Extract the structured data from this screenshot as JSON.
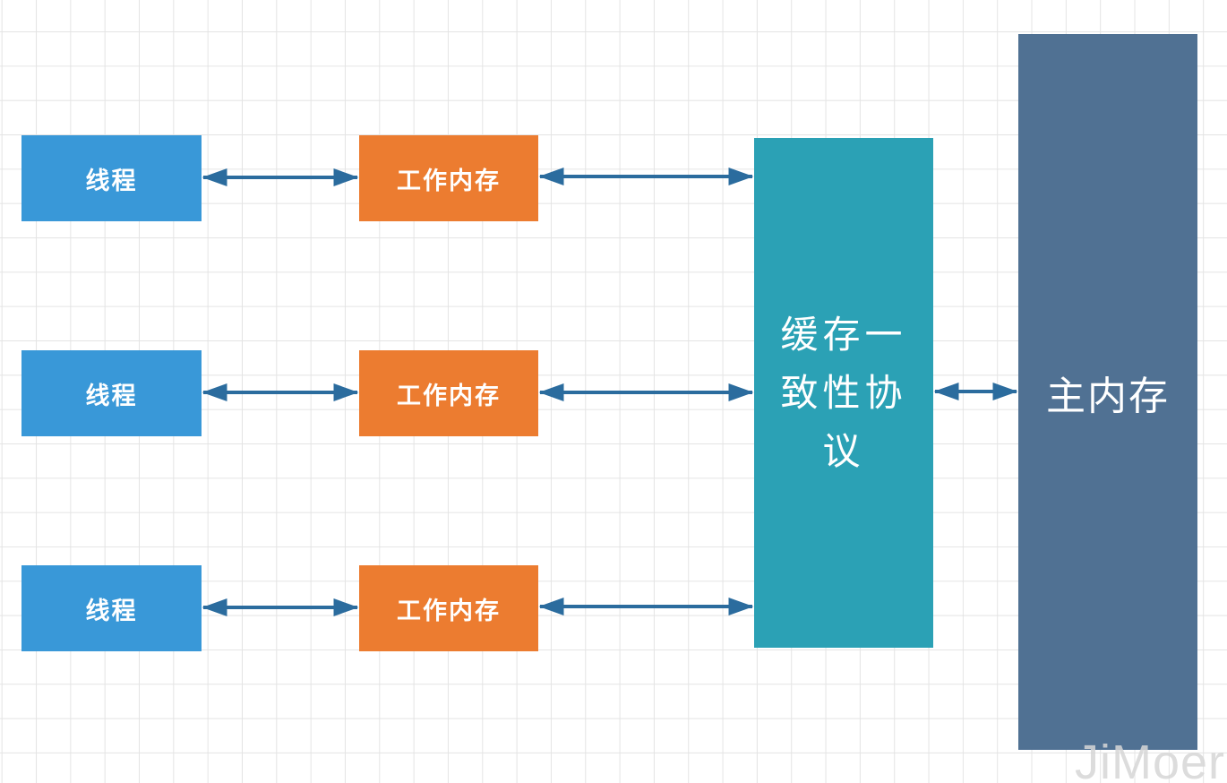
{
  "diagram": {
    "type": "flow-diagram",
    "topic": "memory-model",
    "watermark": "JiMoer",
    "nodes": {
      "thread1": {
        "label": "线程"
      },
      "thread2": {
        "label": "线程"
      },
      "thread3": {
        "label": "线程"
      },
      "workmem1": {
        "label": "工作内存"
      },
      "workmem2": {
        "label": "工作内存"
      },
      "workmem3": {
        "label": "工作内存"
      },
      "cache_protocol": {
        "label": "缓存一致性协议"
      },
      "main_memory": {
        "label": "主内存"
      }
    },
    "colors": {
      "thread": "#3998D8",
      "working-memory": "#EC7C30",
      "cache-protocol": "#2BA1B5",
      "main-memory": "#507193",
      "arrow": "#2B6C9E"
    },
    "edges": [
      {
        "from": "thread1",
        "to": "workmem1",
        "style": "double-arrow"
      },
      {
        "from": "workmem1",
        "to": "cache_protocol",
        "style": "double-arrow"
      },
      {
        "from": "thread2",
        "to": "workmem2",
        "style": "double-arrow"
      },
      {
        "from": "workmem2",
        "to": "cache_protocol",
        "style": "double-arrow"
      },
      {
        "from": "thread3",
        "to": "workmem3",
        "style": "double-arrow"
      },
      {
        "from": "workmem3",
        "to": "cache_protocol",
        "style": "double-arrow"
      },
      {
        "from": "cache_protocol",
        "to": "main_memory",
        "style": "double-arrow"
      }
    ]
  }
}
